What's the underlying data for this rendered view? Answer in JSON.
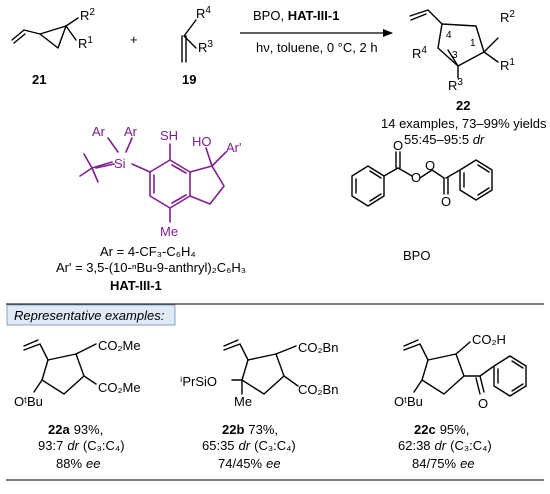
{
  "reaction": {
    "reagent_bpo": "BPO, ",
    "reagent_hat": "HAT-III-1",
    "conditions": "hν, toluene, 0 °C, 2 h",
    "sm1_label": "21",
    "sm2_label": "19",
    "plus": "+",
    "product_label": "22",
    "scope_line1": "14 examples, 73–99% yields",
    "scope_line2": "55:45–95:5 dr"
  },
  "substituents": {
    "r1": "R",
    "r1_sup": "1",
    "r2": "R",
    "r2_sup": "2",
    "r3": "R",
    "r3_sup": "3",
    "r4": "R",
    "r4_sup": "4",
    "ring_pos4": "4",
    "ring_pos3": "3",
    "ring_pos1": "1"
  },
  "catalyst": {
    "ar_label": "Ar",
    "ar_prime_label": "Ar'",
    "si": "Si",
    "sh": "SH",
    "ho": "HO",
    "me": "Me",
    "def_ar": "Ar = 4-CF₃-C₆H₄",
    "def_ar_prime": "Ar' = 3,5-(10-ⁿBu-9-anthryl)₂C₆H₃",
    "name": "HAT-III-1",
    "color": "#7f1f8f"
  },
  "bpo": {
    "label": "BPO",
    "o": "O"
  },
  "examples_header": "Representative examples:",
  "examples": [
    {
      "id": "22a",
      "yield": "93%,",
      "dr_value": "93:7",
      "dr_text": "dr",
      "dr_paren": "(C₃:C₄)",
      "ee_value": "88%",
      "ee_text": "ee",
      "groups": [
        "CO₂Me",
        "CO₂Me",
        "OᵗBu"
      ]
    },
    {
      "id": "22b",
      "yield": "73%,",
      "dr_value": "65:35",
      "dr_text": "dr",
      "dr_paren": "(C₃:C₄)",
      "ee_value": "74/45%",
      "ee_text": "ee",
      "groups": [
        "CO₂Bn",
        "CO₂Bn",
        "ⁱPrSiO",
        "Me"
      ]
    },
    {
      "id": "22c",
      "yield": "95%,",
      "dr_value": "62:38",
      "dr_text": "dr",
      "dr_paren": "(C₃:C₄)",
      "ee_value": "84/75%",
      "ee_text": "ee",
      "groups": [
        "CO₂H",
        "OᵗBu",
        "O"
      ]
    }
  ]
}
